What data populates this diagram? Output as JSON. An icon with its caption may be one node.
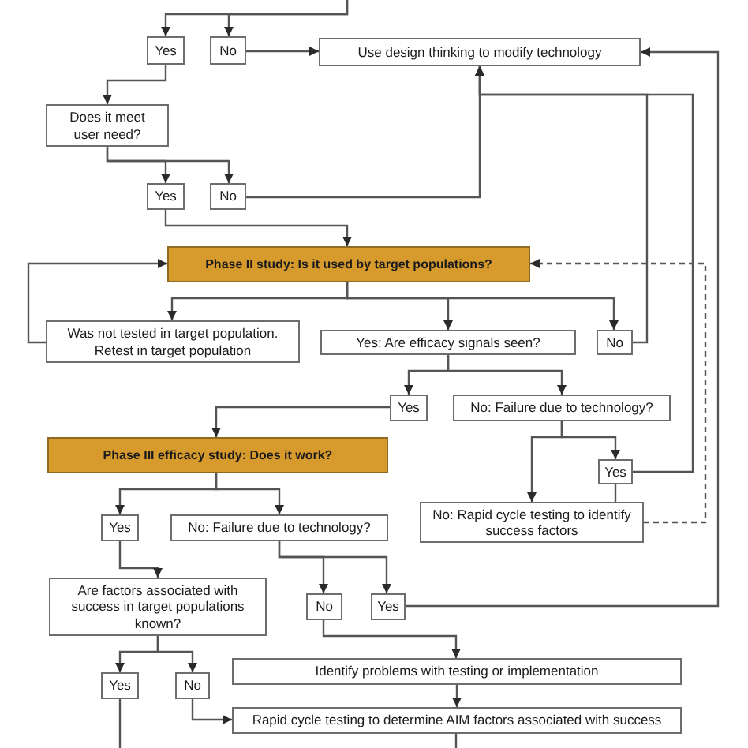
{
  "diagram": {
    "nodes": [
      {
        "text": [
          "Yes"
        ]
      },
      {
        "text": [
          "No"
        ]
      },
      {
        "text": [
          "Use design thinking to modify technology"
        ]
      },
      {
        "text": [
          "Does it meet user need?"
        ]
      },
      {
        "text": [
          "Yes"
        ]
      },
      {
        "text": [
          "No"
        ]
      },
      {
        "text": [
          "Phase II study: Is it used by target populations?"
        ]
      },
      {
        "text": [
          "Was not tested in target population. Retest in target population"
        ]
      },
      {
        "text": [
          "Yes: Are efficacy signals seen?"
        ]
      },
      {
        "text": [
          "No"
        ]
      },
      {
        "text": [
          "Yes"
        ]
      },
      {
        "text": [
          "No: Failure due to technology?"
        ]
      },
      {
        "text": [
          "Phase III efficacy study: Does it work?"
        ]
      },
      {
        "text": [
          "Yes"
        ]
      },
      {
        "text": [
          "Yes"
        ]
      },
      {
        "text": [
          "No: Failure due to technology?"
        ]
      },
      {
        "text": [
          "No: Rapid cycle testing to identify success factors"
        ]
      },
      {
        "text": [
          "Are factors associated with success in target populations known?"
        ]
      },
      {
        "text": [
          "No"
        ]
      },
      {
        "text": [
          "Yes"
        ]
      },
      {
        "text": [
          "Identify problems with testing or implementation"
        ]
      },
      {
        "text": [
          "Yes"
        ]
      },
      {
        "text": [
          "No"
        ]
      },
      {
        "text": [
          "Rapid cycle testing to determine AIM factors associated with success"
        ]
      }
    ],
    "edges": [
      {
        "from": null,
        "to": 0,
        "arrow": "to"
      },
      {
        "from": null,
        "to": 1,
        "arrow": "to"
      },
      {
        "from": 1,
        "to": 2,
        "arrow": "to"
      },
      {
        "from": 0,
        "to": 3,
        "arrow": "to"
      },
      {
        "from": 3,
        "to": 4,
        "arrow": "to"
      },
      {
        "from": 3,
        "to": 5,
        "arrow": "to"
      },
      {
        "from": 5,
        "to": 2,
        "arrow": "to"
      },
      {
        "from": 4,
        "to": 6,
        "arrow": "to"
      },
      {
        "from": 6,
        "to": 7,
        "arrow": "to"
      },
      {
        "from": 6,
        "to": 8,
        "arrow": "to"
      },
      {
        "from": 6,
        "to": 9,
        "arrow": "to"
      },
      {
        "from": 7,
        "to": 6,
        "arrow": "to"
      },
      {
        "from": 9,
        "to": 2,
        "arrow": "to"
      },
      {
        "from": 8,
        "to": 10,
        "arrow": "to"
      },
      {
        "from": 8,
        "to": 11,
        "arrow": "to"
      },
      {
        "from": 10,
        "to": 12,
        "arrow": "to"
      },
      {
        "from": 11,
        "to": 16,
        "arrow": "to"
      },
      {
        "from": 11,
        "to": 13,
        "arrow": "to"
      },
      {
        "from": 13,
        "to": 2,
        "arrow": "to"
      },
      {
        "from": 13,
        "to": 16,
        "arrow": "none"
      },
      {
        "from": 16,
        "to": 6,
        "arrow": "to",
        "style": "dashed"
      },
      {
        "from": 12,
        "to": 14,
        "arrow": "to"
      },
      {
        "from": 12,
        "to": 15,
        "arrow": "to"
      },
      {
        "from": 14,
        "to": 17,
        "arrow": "to"
      },
      {
        "from": 15,
        "to": 18,
        "arrow": "to"
      },
      {
        "from": 15,
        "to": 19,
        "arrow": "to"
      },
      {
        "from": 19,
        "to": 2,
        "arrow": "to"
      },
      {
        "from": 18,
        "to": 20,
        "arrow": "to"
      },
      {
        "from": 17,
        "to": 21,
        "arrow": "to"
      },
      {
        "from": 17,
        "to": 22,
        "arrow": "to"
      },
      {
        "from": 22,
        "to": 23,
        "arrow": "to"
      },
      {
        "from": 20,
        "to": 23,
        "arrow": "to"
      },
      {
        "from": 21,
        "to": null,
        "arrow": "none"
      },
      {
        "from": 23,
        "to": null,
        "arrow": "none"
      }
    ]
  }
}
